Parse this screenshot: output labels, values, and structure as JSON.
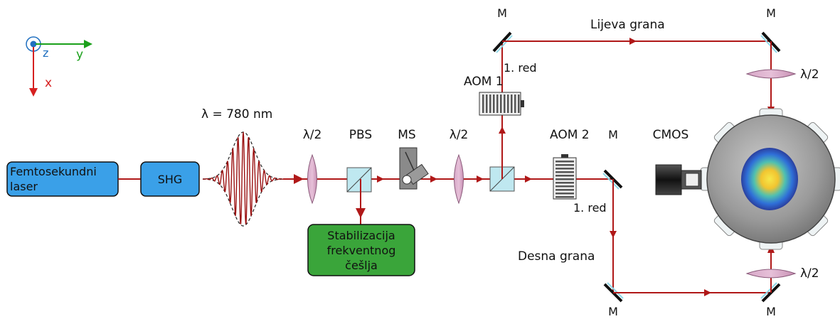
{
  "axes": {
    "z": "z",
    "y": "y",
    "x": "x"
  },
  "wavelength": "λ = 780 nm",
  "boxes": {
    "laser": "Femtosekundni\nlaser",
    "shg": "SHG",
    "stab": "Stabilizacija\nfrekventnog\nčešlja"
  },
  "labels": {
    "hwp": "λ/2",
    "pbs": "PBS",
    "ms": "MS",
    "aom1": "AOM 1",
    "aom2": "AOM 2",
    "mirror": "M",
    "first_order": "1. red",
    "cmos": "CMOS",
    "left_arm": "Lijeva grana",
    "right_arm": "Desna grana"
  },
  "colors": {
    "beam": "#b01818",
    "box_blue": "#3aa0e8",
    "box_green": "#3aa53a",
    "axis_green": "#1aa01a",
    "axis_red": "#d62020",
    "axis_blue": "#2070c0"
  }
}
